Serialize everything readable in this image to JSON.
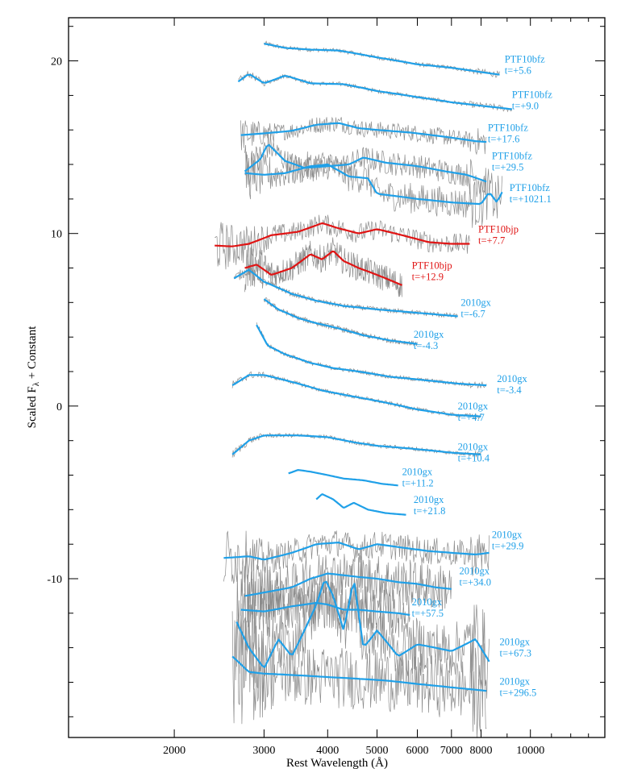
{
  "colors": {
    "blue": "#1fa0e8",
    "red": "#e01414",
    "gray": "#8c8c8c",
    "axis": "#000000"
  },
  "chart_data": {
    "type": "line",
    "xlabel": "Rest Wavelength (Å)",
    "ylabel_main": "Scaled F",
    "ylabel_sub": "λ",
    "ylabel_tail": " + Constant",
    "xscale": "log",
    "xlim": [
      1240,
      14000
    ],
    "ylim": [
      -19.2,
      22.5
    ],
    "x_ticks": [
      {
        "value": 2000,
        "label": "2000"
      },
      {
        "value": 3000,
        "label": "3000"
      },
      {
        "value": 4000,
        "label": "4000"
      },
      {
        "value": 5000,
        "label": "5000"
      },
      {
        "value": 6000,
        "label": "6000"
      },
      {
        "value": 7000,
        "label": "7000"
      },
      {
        "value": 8000,
        "label": "8000"
      },
      {
        "value": 10000,
        "label": "10000"
      }
    ],
    "y_ticks": [
      {
        "value": 20,
        "label": "20"
      },
      {
        "value": 10,
        "label": "10"
      },
      {
        "value": 0,
        "label": "0"
      },
      {
        "value": -10,
        "label": "-10"
      }
    ],
    "series": [
      {
        "name": "PTF10bfz",
        "epoch": "t=+5.6",
        "color": "blue",
        "noise": 0.12,
        "x": [
          3000,
          3300,
          3700,
          4200,
          5000,
          6000,
          7000,
          8000,
          8700
        ],
        "y": [
          21.0,
          20.75,
          20.65,
          20.6,
          20.2,
          19.8,
          19.6,
          19.35,
          19.2
        ],
        "label_wl": 8900,
        "label_y": 19.9
      },
      {
        "name": "PTF10bfz",
        "epoch": "t=+9.0",
        "color": "blue",
        "noise": 0.12,
        "x": [
          2670,
          2800,
          3000,
          3300,
          3700,
          4300,
          5000,
          6000,
          7000,
          8000,
          9200
        ],
        "y": [
          18.8,
          19.25,
          18.7,
          19.15,
          18.7,
          18.65,
          18.25,
          17.9,
          17.6,
          17.4,
          17.2
        ],
        "label_wl": 9200,
        "label_y": 17.85
      },
      {
        "name": "PTF10bfz",
        "epoch": "t=+17.6",
        "color": "blue",
        "noise": 0.5,
        "x": [
          2700,
          3000,
          3400,
          3800,
          4200,
          4600,
          5000,
          5800,
          6800,
          7800,
          8200
        ],
        "y": [
          15.7,
          15.8,
          15.95,
          16.3,
          16.4,
          16.1,
          16.0,
          15.85,
          15.6,
          15.35,
          15.3
        ],
        "label_wl": 8250,
        "label_y": 15.95
      },
      {
        "name": "PTF10bfz",
        "epoch": "t=+29.5",
        "color": "blue",
        "noise": 0.7,
        "x": [
          2750,
          2950,
          3050,
          3300,
          3600,
          4000,
          4400,
          4700,
          5200,
          6000,
          6800,
          7500,
          8200
        ],
        "y": [
          13.6,
          14.3,
          15.2,
          14.2,
          13.8,
          13.9,
          14.0,
          14.4,
          14.1,
          13.9,
          13.6,
          13.4,
          13.0
        ],
        "label_wl": 8400,
        "label_y": 14.3
      },
      {
        "name": "PTF10bfz",
        "epoch": "t=+1021.1",
        "color": "blue",
        "noise": 0.9,
        "x": [
          2750,
          3000,
          3300,
          3700,
          4000,
          4400,
          4800,
          5000,
          6000,
          7000,
          8000,
          8300,
          8600,
          8800
        ],
        "y": [
          13.5,
          13.4,
          13.5,
          13.9,
          14.0,
          13.3,
          13.2,
          12.3,
          12.0,
          11.8,
          11.7,
          12.4,
          11.8,
          12.4
        ],
        "label_wl": 9100,
        "label_y": 12.45
      },
      {
        "name": "PTF10bjp",
        "epoch": "t=+7.7",
        "color": "red",
        "noise": 0.6,
        "x": [
          2400,
          2600,
          2800,
          3100,
          3500,
          3900,
          4200,
          4600,
          5000,
          5600,
          6300,
          7000,
          7600
        ],
        "y": [
          9.3,
          9.25,
          9.4,
          9.9,
          10.1,
          10.6,
          10.3,
          10.0,
          10.25,
          9.9,
          9.5,
          9.4,
          9.4
        ],
        "label_wl": 7900,
        "label_y": 10.05
      },
      {
        "name": "PTF10bjp",
        "epoch": "t=+12.9",
        "color": "red",
        "noise": 0.8,
        "x": [
          2750,
          2900,
          3100,
          3400,
          3700,
          3900,
          4100,
          4300,
          4600,
          5000,
          5600
        ],
        "y": [
          8.0,
          8.2,
          7.6,
          8.0,
          8.8,
          8.5,
          9.0,
          8.4,
          8.0,
          7.6,
          7.0
        ],
        "label_wl": 5850,
        "label_y": 7.95
      },
      {
        "name": "2010gx",
        "epoch": "t=-6.7",
        "color": "blue",
        "noise": 0.15,
        "x": [
          2620,
          2800,
          3000,
          3400,
          3800,
          4300,
          5000,
          6000,
          7200
        ],
        "y": [
          7.4,
          7.9,
          7.2,
          6.5,
          6.1,
          5.8,
          5.6,
          5.4,
          5.2
        ],
        "label_wl": 7300,
        "label_y": 5.8
      },
      {
        "name": "2010gx",
        "epoch": "t=-4.3",
        "color": "blue",
        "noise": 0.15,
        "x": [
          3000,
          3200,
          3500,
          3800,
          4200,
          4700,
          5300,
          6000
        ],
        "y": [
          6.2,
          5.6,
          5.1,
          4.8,
          4.5,
          4.1,
          3.8,
          3.6
        ],
        "label_wl": 5900,
        "label_y": 3.95
      },
      {
        "name": "2010gx",
        "epoch": "t=-3.4",
        "color": "blue",
        "noise": 0.12,
        "x": [
          2900,
          3050,
          3300,
          3700,
          4100,
          4600,
          5300,
          6200,
          7200,
          8200
        ],
        "y": [
          4.7,
          3.5,
          3.0,
          2.5,
          2.2,
          2.0,
          1.7,
          1.5,
          1.3,
          1.2
        ],
        "label_wl": 8600,
        "label_y": 1.4
      },
      {
        "name": "2010gx",
        "epoch": "t=+4.7",
        "color": "blue",
        "noise": 0.12,
        "x": [
          2600,
          2800,
          3000,
          3400,
          3900,
          4400,
          5000,
          6000,
          7000,
          8000
        ],
        "y": [
          1.2,
          1.8,
          1.8,
          1.4,
          0.9,
          0.6,
          0.3,
          -0.2,
          -0.5,
          -0.6
        ],
        "label_wl": 7200,
        "label_y": -0.2
      },
      {
        "name": "2010gx",
        "epoch": "t=+10.4",
        "color": "blue",
        "noise": 0.12,
        "x": [
          2600,
          2800,
          3000,
          3500,
          4000,
          4500,
          5000,
          6000,
          7000,
          8000
        ],
        "y": [
          -2.8,
          -2.0,
          -1.7,
          -1.7,
          -1.8,
          -2.1,
          -2.3,
          -2.5,
          -2.7,
          -2.8
        ],
        "label_wl": 7200,
        "label_y": -2.55
      },
      {
        "name": "2010gx",
        "epoch": "t=+11.2",
        "color": "blue",
        "noise": 0.0,
        "x": [
          3350,
          3500,
          3700,
          4000,
          4300,
          4700,
          5100,
          5500
        ],
        "y": [
          -3.9,
          -3.7,
          -3.8,
          -4.0,
          -4.2,
          -4.3,
          -4.5,
          -4.6
        ],
        "label_wl": 5600,
        "label_y": -4.0
      },
      {
        "name": "2010gx",
        "epoch": "t=+21.8",
        "color": "blue",
        "noise": 0.0,
        "x": [
          3800,
          3900,
          4100,
          4300,
          4500,
          4800,
          5200,
          5700
        ],
        "y": [
          -5.4,
          -5.1,
          -5.4,
          -5.9,
          -5.6,
          -6.0,
          -6.2,
          -6.3
        ],
        "label_wl": 5900,
        "label_y": -5.6
      },
      {
        "name": "2010gx",
        "epoch": "t=+29.9",
        "color": "blue",
        "noise": 0.8,
        "x": [
          2500,
          2800,
          3000,
          3400,
          3800,
          4200,
          4600,
          5000,
          5600,
          6300,
          7000,
          7800,
          8300
        ],
        "y": [
          -8.8,
          -8.7,
          -8.9,
          -8.5,
          -8.0,
          -7.9,
          -8.3,
          -8.0,
          -8.2,
          -8.4,
          -8.5,
          -8.6,
          -8.5
        ],
        "label_wl": 8400,
        "label_y": -7.65
      },
      {
        "name": "2010gx",
        "epoch": "t=+34.0",
        "color": "blue",
        "noise": 1.4,
        "x": [
          2750,
          3000,
          3400,
          3700,
          4000,
          4300,
          4600,
          5000,
          5500,
          6000,
          6500,
          7000
        ],
        "y": [
          -11.0,
          -10.8,
          -10.5,
          -10.0,
          -9.7,
          -9.8,
          -9.9,
          -10.0,
          -10.2,
          -10.3,
          -10.5,
          -10.6
        ],
        "label_wl": 7250,
        "label_y": -9.75
      },
      {
        "name": "2010gx",
        "epoch": "t=+57.5",
        "color": "blue",
        "noise": 1.4,
        "x": [
          2700,
          3000,
          3400,
          3800,
          4000,
          4300,
          4600,
          5000,
          5500,
          5800
        ],
        "y": [
          -11.8,
          -11.9,
          -11.6,
          -11.4,
          -11.5,
          -11.8,
          -11.8,
          -11.9,
          -12.0,
          -12.1
        ],
        "label_wl": 5850,
        "label_y": -11.55
      },
      {
        "name": "2010gx",
        "epoch": "t=+67.3",
        "color": "blue",
        "noise": 1.6,
        "x": [
          2650,
          2800,
          3000,
          3200,
          3400,
          3600,
          3800,
          3950,
          4100,
          4300,
          4500,
          4700,
          5000,
          5500,
          6000,
          6500,
          7000,
          7800,
          8300
        ],
        "y": [
          -12.5,
          -14.0,
          -15.2,
          -13.5,
          -14.5,
          -13.0,
          -11.5,
          -10.0,
          -11.0,
          -13.0,
          -10.0,
          -14.0,
          -13.0,
          -14.5,
          -13.8,
          -14.0,
          -14.2,
          -13.5,
          -14.8
        ],
        "label_wl": 8700,
        "label_y": -13.85
      },
      {
        "name": "2010gx",
        "epoch": "t=+296.5",
        "color": "blue",
        "noise": 1.8,
        "x": [
          2600,
          2800,
          3000,
          3500,
          4000,
          4600,
          5200,
          6000,
          7000,
          8200
        ],
        "y": [
          -14.5,
          -15.4,
          -15.5,
          -15.6,
          -15.7,
          -15.8,
          -15.9,
          -16.1,
          -16.3,
          -16.5
        ],
        "label_wl": 8700,
        "label_y": -16.15
      }
    ]
  }
}
